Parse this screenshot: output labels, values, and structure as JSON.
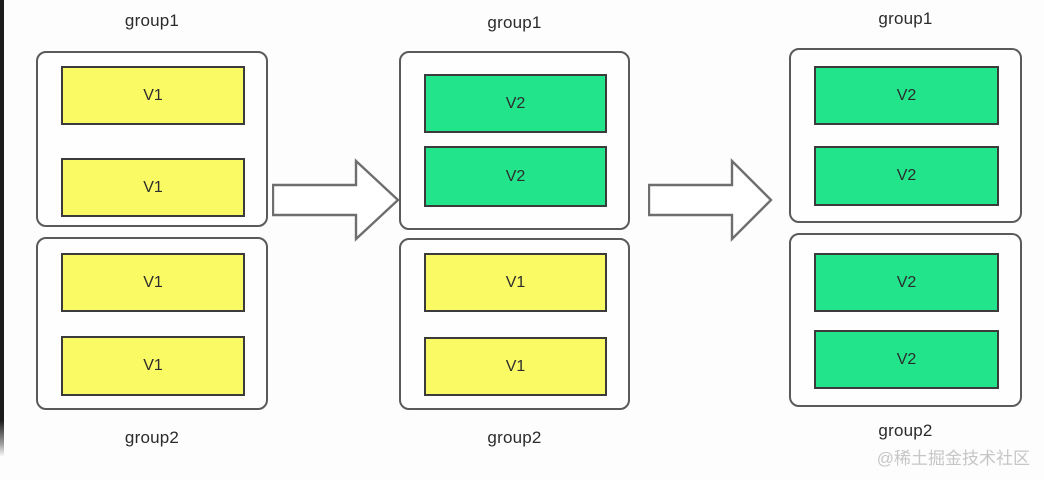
{
  "colors": {
    "v1_fill": "#FAFA64",
    "v2_fill": "#21E48B",
    "item_border": "#3b3b3b",
    "panel_border": "#5a5a5a",
    "label_text": "#2b2b2b",
    "arrow_outline": "#6e6e6e",
    "watermark_text": "#c6c6c6"
  },
  "watermark": "@稀土掘金技术社区",
  "columns": [
    {
      "group1_label": "group1",
      "group2_label": "group2",
      "group1_items": [
        {
          "label": "V1",
          "fill": "#FAFA64"
        },
        {
          "label": "V1",
          "fill": "#FAFA64"
        }
      ],
      "group2_items": [
        {
          "label": "V1",
          "fill": "#FAFA64"
        },
        {
          "label": "V1",
          "fill": "#FAFA64"
        }
      ]
    },
    {
      "group1_label": "group1",
      "group2_label": "group2",
      "group1_items": [
        {
          "label": "V2",
          "fill": "#21E48B"
        },
        {
          "label": "V2",
          "fill": "#21E48B"
        }
      ],
      "group2_items": [
        {
          "label": "V1",
          "fill": "#FAFA64"
        },
        {
          "label": "V1",
          "fill": "#FAFA64"
        }
      ]
    },
    {
      "group1_label": "group1",
      "group2_label": "group2",
      "group1_items": [
        {
          "label": "V2",
          "fill": "#21E48B"
        },
        {
          "label": "V2",
          "fill": "#21E48B"
        }
      ],
      "group2_items": [
        {
          "label": "V2",
          "fill": "#21E48B"
        },
        {
          "label": "V2",
          "fill": "#21E48B"
        }
      ]
    }
  ]
}
